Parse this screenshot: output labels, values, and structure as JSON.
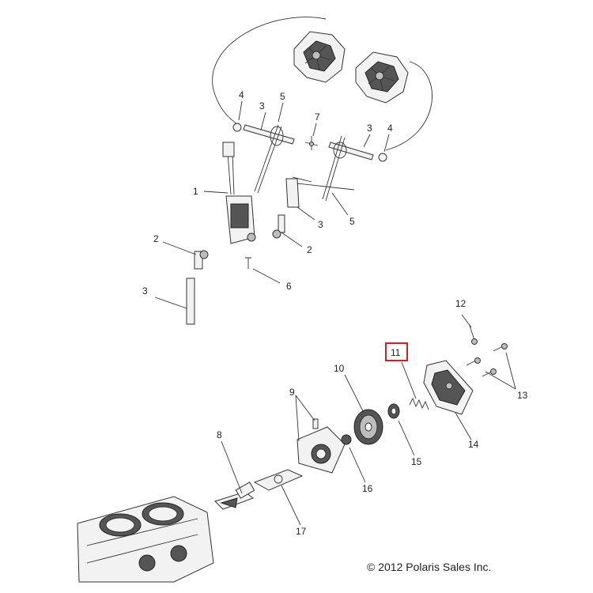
{
  "callouts": {
    "c1": "1",
    "c2a": "2",
    "c2b": "2",
    "c3a": "3",
    "c3b": "3",
    "c3c": "3",
    "c3d": "3",
    "c4a": "4",
    "c4b": "4",
    "c5a": "5",
    "c5b": "5",
    "c6": "6",
    "c7": "7",
    "c8": "8",
    "c9": "9",
    "c10": "10",
    "c11": "11",
    "c12": "12",
    "c13": "13",
    "c14": "14",
    "c15": "15",
    "c16": "16",
    "c17": "17"
  },
  "highlighted_callout": "11",
  "copyright": "© 2012 Polaris Sales Inc."
}
